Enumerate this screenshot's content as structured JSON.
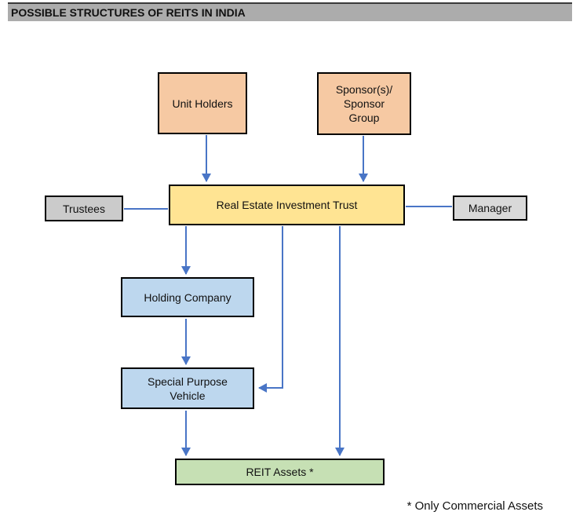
{
  "title": "POSSIBLE STRUCTURES OF REITS IN INDIA",
  "footnote": "* Only Commercial Assets",
  "colors": {
    "title_bar": "#ACACAC",
    "unit_holders": "#F6C9A3",
    "sponsor": "#F6C9A3",
    "reit": "#FFE493",
    "trustees": "#CBCBCB",
    "manager": "#D9D9D9",
    "holding_company": "#BDD7EE",
    "spv": "#BDD7EE",
    "reit_assets": "#C6E0B4",
    "connector": "#4975C6"
  },
  "nodes": {
    "unit_holders": {
      "label": "Unit Holders"
    },
    "sponsor": {
      "label": "Sponsor(s)/\nSponsor\nGroup"
    },
    "reit": {
      "label": "Real Estate Investment Trust"
    },
    "trustees": {
      "label": "Trustees"
    },
    "manager": {
      "label": "Manager"
    },
    "holding_company": {
      "label": "Holding Company"
    },
    "spv": {
      "label": "Special Purpose\nVehicle"
    },
    "reit_assets": {
      "label": "REIT Assets *"
    }
  },
  "connections": [
    {
      "from": "unit_holders",
      "to": "reit",
      "arrow": "to"
    },
    {
      "from": "sponsor",
      "to": "reit",
      "arrow": "to"
    },
    {
      "from": "trustees",
      "to": "reit",
      "arrow": "none"
    },
    {
      "from": "reit",
      "to": "manager",
      "arrow": "none"
    },
    {
      "from": "reit",
      "to": "holding_company",
      "arrow": "to"
    },
    {
      "from": "reit",
      "to": "spv",
      "arrow": "to"
    },
    {
      "from": "holding_company",
      "to": "spv",
      "arrow": "to"
    },
    {
      "from": "spv",
      "to": "reit_assets",
      "arrow": "to"
    },
    {
      "from": "reit",
      "to": "reit_assets",
      "arrow": "to"
    }
  ]
}
